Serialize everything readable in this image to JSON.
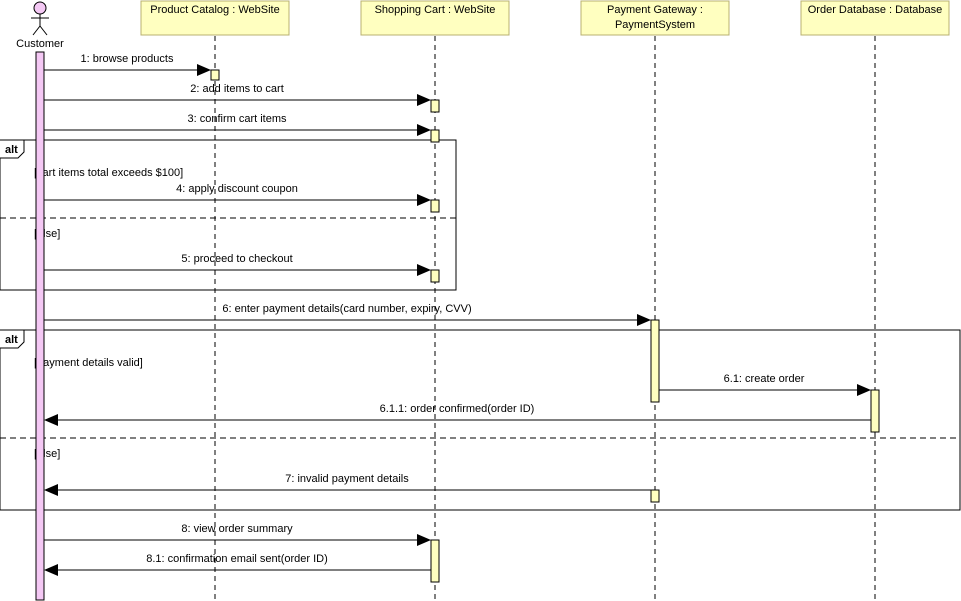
{
  "colors": {
    "participant_fill": "#ffffc0",
    "participant_border": "#b8b070",
    "activation_fill": "#ffffc0",
    "actor_fill": "#f4c8f4",
    "customer_bar_fill": "#f4c8f4",
    "line": "#000000"
  },
  "actor": {
    "name": "Customer",
    "icon": "stick-figure-icon"
  },
  "participants": [
    {
      "id": "catalog",
      "label": "Product Catalog : WebSite"
    },
    {
      "id": "cart",
      "label": "Shopping Cart : WebSite"
    },
    {
      "id": "gateway",
      "label_line1": "Payment Gateway :",
      "label_line2": "PaymentSystem"
    },
    {
      "id": "db",
      "label": "Order Database : Database"
    }
  ],
  "fragments": [
    {
      "id": "alt1",
      "operator": "alt",
      "guard1": "[cart items total exceeds $100]",
      "guard2": "[else]"
    },
    {
      "id": "alt2",
      "operator": "alt",
      "guard1": "[payment details valid]",
      "guard2": "[else]"
    }
  ],
  "messages": [
    {
      "id": "m1",
      "label": "1: browse products"
    },
    {
      "id": "m2",
      "label": "2: add items to cart"
    },
    {
      "id": "m3",
      "label": "3: confirm cart items"
    },
    {
      "id": "m4",
      "label": "4: apply discount coupon"
    },
    {
      "id": "m5",
      "label": "5: proceed to checkout"
    },
    {
      "id": "m6",
      "label": "6: enter payment details(card number, expiry, CVV)"
    },
    {
      "id": "m61",
      "label": "6.1: create order"
    },
    {
      "id": "m611",
      "label": "6.1.1: order confirmed(order ID)"
    },
    {
      "id": "m7",
      "label": "7: invalid payment details"
    },
    {
      "id": "m8",
      "label": "8: view order summary"
    },
    {
      "id": "m81",
      "label": "8.1: confirmation email sent(order ID)"
    }
  ]
}
